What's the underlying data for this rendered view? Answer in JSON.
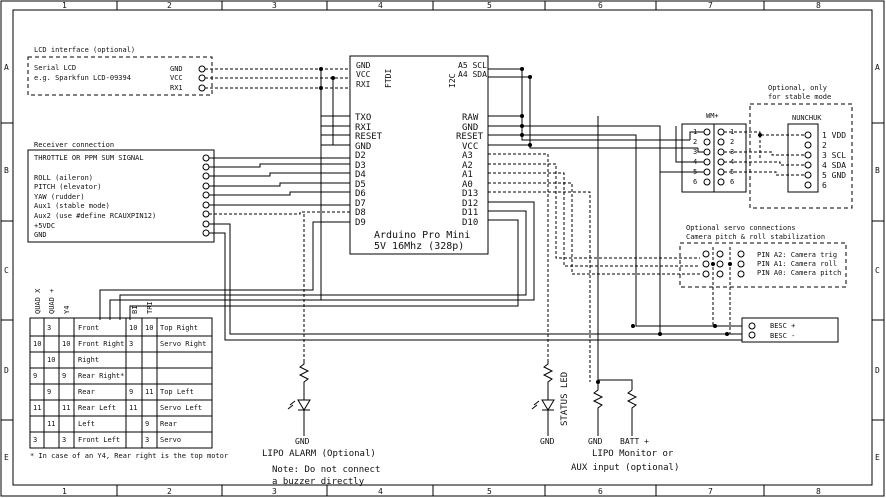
{
  "frame": {
    "columns": [
      "1",
      "2",
      "3",
      "4",
      "5",
      "6",
      "7",
      "8"
    ],
    "rows": [
      "A",
      "B",
      "C",
      "D",
      "E"
    ]
  },
  "lcd": {
    "title": "LCD interface (optional)",
    "line1": "Serial LCD",
    "line2": "e.g. Sparkfun LCD-09394",
    "pins": [
      "GND",
      "VCC",
      "RX1"
    ]
  },
  "receiver": {
    "title": "Receiver connection",
    "lines": [
      "THROTTLE OR PPM SUM SIGNAL",
      "",
      "ROLL (aileron)",
      "PITCH (elevator)",
      "YAW (rudder)",
      "Aux1 (stable mode)",
      "Aux2 (use #define RCAUXPIN12)",
      "+5VDC",
      "GND"
    ]
  },
  "arduino": {
    "left_top_pins": [
      "GND",
      "VCC",
      "RXI"
    ],
    "ftdi": "FTDI",
    "i2c": "I2C",
    "right_top_pins": [
      "A5 SCL",
      "A4 SDA"
    ],
    "left_pins": [
      "TXO",
      "RXI",
      "RESET",
      "GND",
      "D2",
      "D3",
      "D4",
      "D5",
      "D6",
      "D7",
      "D8",
      "D9"
    ],
    "right_pins": [
      "RAW",
      "GND",
      "RESET",
      "VCC",
      "A3",
      "A2",
      "A1",
      "A0",
      "D13",
      "D12",
      "D11",
      "D10"
    ],
    "label1": "Arduino Pro Mini",
    "label2": "5V 16Mhz (328p)"
  },
  "wmp": {
    "title": "WM+",
    "pins": [
      "1",
      "2",
      "3",
      "4",
      "5",
      "6"
    ]
  },
  "nunchuk": {
    "note1": "Optional, only",
    "note2": "for stable mode",
    "title": "NUNCHUK",
    "pins": [
      "1 VDD",
      "2",
      "3 SCL",
      "4 SDA",
      "5 GND",
      "6"
    ]
  },
  "servo": {
    "title1": "Optional servo connections",
    "title2": "Camera pitch & roll stabilization",
    "pins": [
      "PIN A2: Camera trig",
      "PIN A1: Camera roll",
      "PIN A0: Camera pitch"
    ]
  },
  "besc": [
    "BESC +",
    "BESC -"
  ],
  "table": {
    "col_headers": [
      "QUAD X",
      "QUAD +",
      "Y4",
      "",
      "BI",
      "TRI",
      ""
    ],
    "rows": [
      [
        "",
        "3",
        "",
        "Front",
        "10",
        "10",
        "Top Right"
      ],
      [
        "10",
        "",
        "10",
        "Front Right",
        "3",
        "",
        "Servo Right"
      ],
      [
        "",
        "10",
        "",
        "Right",
        "",
        "",
        ""
      ],
      [
        "9",
        "",
        "9",
        "Rear Right*",
        "",
        "",
        ""
      ],
      [
        "",
        "9",
        "",
        "Rear",
        "9",
        "11",
        "Top Left"
      ],
      [
        "11",
        "",
        "11",
        "Rear Left",
        "11",
        "",
        "Servo Left"
      ],
      [
        "",
        "11",
        "",
        "Left",
        "",
        "9",
        "Rear"
      ],
      [
        "3",
        "",
        "3",
        "Front Left",
        "",
        "3",
        "Servo"
      ]
    ],
    "footnote": "* In case of an Y4, Rear right is the top motor"
  },
  "lipo_alarm": {
    "gnd": "GND",
    "title": "LIPO ALARM (Optional)",
    "note1": "Note:  Do not connect",
    "note2": "a buzzer directly"
  },
  "status": {
    "gnd": "GND",
    "label": "STATUS LED"
  },
  "lipo_monitor": {
    "gnd": "GND",
    "batt": "BATT +",
    "title1": "LIPO Monitor or",
    "title2": "AUX input (optional)"
  }
}
